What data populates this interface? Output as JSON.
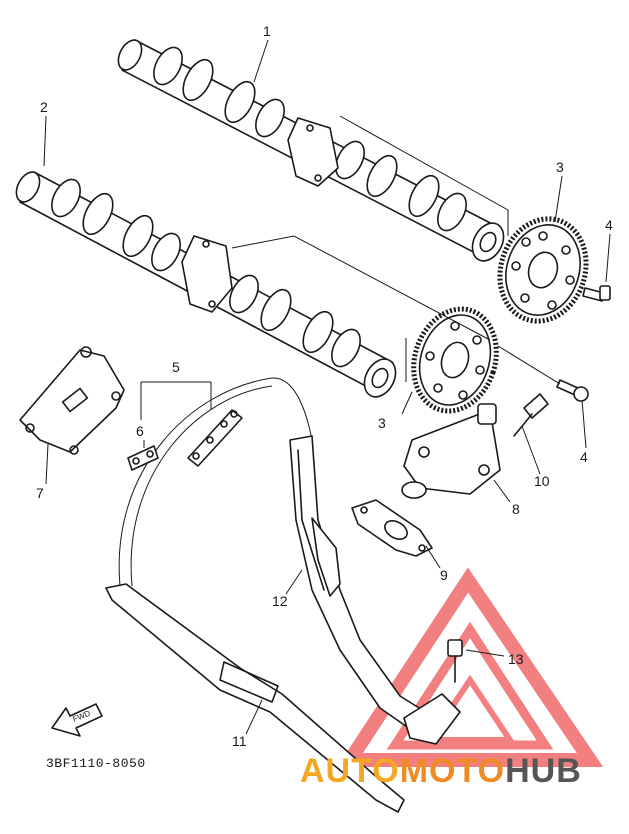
{
  "callouts": [
    {
      "id": "1",
      "label": "1"
    },
    {
      "id": "2",
      "label": "2"
    },
    {
      "id": "3a",
      "label": "3"
    },
    {
      "id": "3b",
      "label": "3"
    },
    {
      "id": "4a",
      "label": "4"
    },
    {
      "id": "4b",
      "label": "4"
    },
    {
      "id": "5",
      "label": "5"
    },
    {
      "id": "6",
      "label": "6"
    },
    {
      "id": "7",
      "label": "7"
    },
    {
      "id": "8",
      "label": "8"
    },
    {
      "id": "9",
      "label": "9"
    },
    {
      "id": "10",
      "label": "10"
    },
    {
      "id": "11",
      "label": "11"
    },
    {
      "id": "12",
      "label": "12"
    },
    {
      "id": "13",
      "label": "13"
    }
  ],
  "drawing_code": "3BF1110-8050",
  "direction_marker": "FWD",
  "watermark": {
    "part1": "AUTO",
    "part2": "MOTO",
    "part3": "HUB",
    "color1": "#f5a623",
    "color2": "#f08a24",
    "color3": "#555555",
    "logo_color": "#f06a6a"
  }
}
